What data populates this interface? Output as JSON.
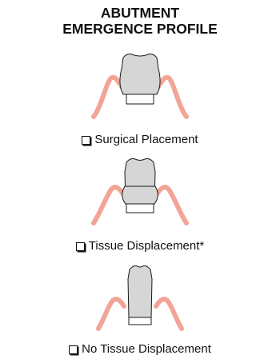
{
  "title": {
    "line1": "ABUTMENT",
    "line2": "EMERGENCE PROFILE"
  },
  "options": [
    {
      "label": "Surgical Placement",
      "checked": false
    },
    {
      "label": "Tissue Displacement*",
      "checked": false
    },
    {
      "label": "No Tissue Displacement",
      "checked": false
    }
  ],
  "colors": {
    "gingiva": "#f2a596",
    "abutment_fill": "#d6d6d6",
    "outline": "#1a1a1a",
    "text": "#111111"
  }
}
